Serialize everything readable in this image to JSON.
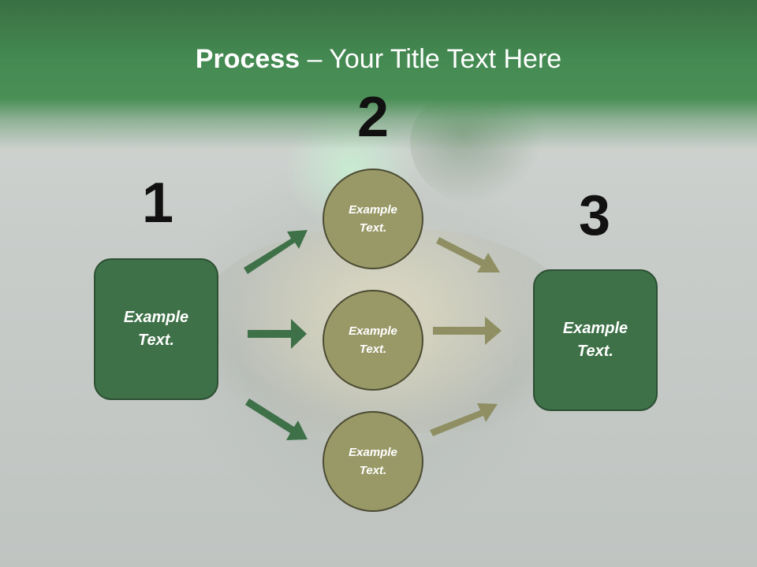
{
  "slide": {
    "title_bold": "Process",
    "title_rest": " – Your Title Text Here"
  },
  "steps": {
    "n1": "1",
    "n2": "2",
    "n3": "3"
  },
  "boxes": {
    "left": {
      "line1": "Example",
      "line2": "Text."
    },
    "right": {
      "line1": "Example",
      "line2": "Text."
    }
  },
  "circles": [
    {
      "line1": "Example",
      "line2": "Text."
    },
    {
      "line1": "Example",
      "line2": "Text."
    },
    {
      "line1": "Example",
      "line2": "Text."
    }
  ],
  "colors": {
    "header_green": "#4a8f56",
    "box_green": "#3e7148",
    "circle_olive": "#999968",
    "arrow_green": "#3e7148",
    "arrow_olive": "#8f8f63"
  }
}
